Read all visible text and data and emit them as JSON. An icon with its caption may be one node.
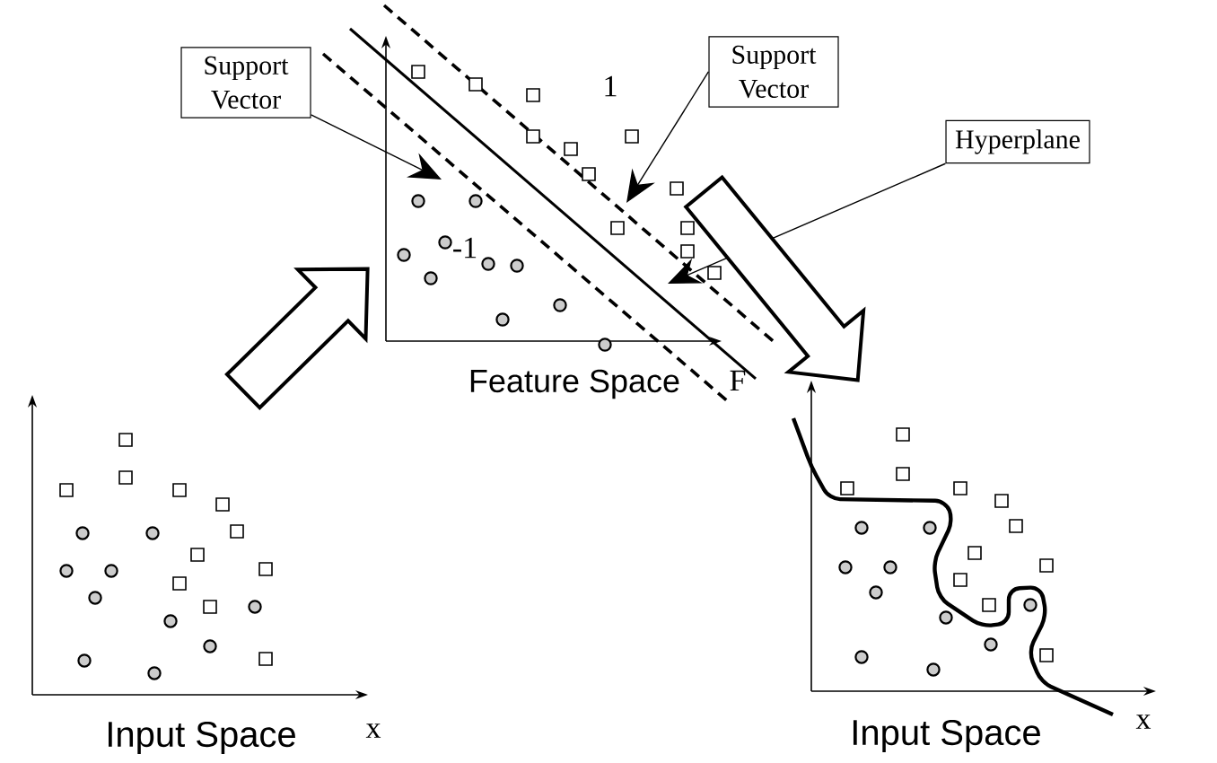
{
  "diagram": {
    "nodes": [
      {
        "text": [
          "Support Vector"
        ]
      },
      {
        "text": [
          "Support Vector"
        ]
      },
      {
        "text": [
          "Hyperplane"
        ]
      },
      {
        "text": [
          "Feature Space"
        ]
      },
      {
        "text": [
          "Input Space"
        ]
      },
      {
        "text": [
          "Input Space"
        ]
      }
    ],
    "edges": [
      {
        "from": 0,
        "to": 3,
        "arrow": "to"
      },
      {
        "from": 1,
        "to": 3,
        "arrow": "to"
      },
      {
        "from": 2,
        "to": 3,
        "arrow": "to"
      },
      {
        "from": 4,
        "to": 3,
        "arrow": "to",
        "style": "thick"
      },
      {
        "from": 3,
        "to": 5,
        "arrow": "to",
        "style": "thick"
      }
    ],
    "labels": [
      "1",
      "-1",
      "F",
      "x",
      "x"
    ]
  }
}
